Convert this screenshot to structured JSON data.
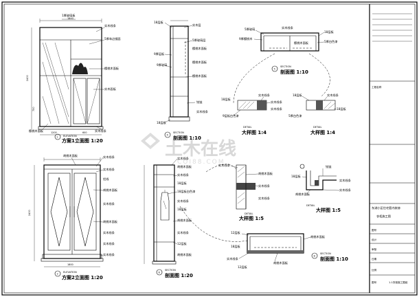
{
  "views": {
    "v1": {
      "num": "1",
      "title": "方案1立面图 1:20",
      "subtitle": "ELEVATION",
      "labels": [
        "1厚玻璃板",
        "实木线条",
        "5厚车边镜面",
        "樱桃木面板",
        "实木面板",
        "樱桃木面板",
        "实木线条"
      ],
      "dims": [
        "1800",
        "2400",
        "1200",
        "600",
        "750"
      ]
    },
    "v2": {
      "num": "4",
      "title": "剖面图 1:10",
      "subtitle": "SECTION",
      "labels": [
        "18层板",
        "实木层",
        "5厚玻璃层",
        "樱桃木面板",
        "9厚层板",
        "樱桃木面板",
        "9厚玻璃",
        "樱桃木面板",
        "铰链",
        "实木线条",
        "18层板"
      ]
    },
    "v3": {
      "num": "5",
      "title": "剖面图 1:10",
      "subtitle": "SECTION",
      "labels": [
        "5厚玻璃",
        "实木线条",
        "18层板",
        "9厚樱桃木",
        "5厚白色漆",
        "樱桃木面板"
      ]
    },
    "d1": {
      "title": "大样图 1:4",
      "subtitle": "DETAIL",
      "labels": [
        "实木线条",
        "实木线条",
        "实木线条",
        "18层板",
        "9层板白色漆"
      ]
    },
    "d2": {
      "title": "大样图 1:4",
      "subtitle": "DETAIL",
      "labels": [
        "18层板",
        "实木线条",
        "5厚白色漆",
        "18层板"
      ]
    },
    "v4": {
      "num": "2",
      "title": "方案2立面图 1:20",
      "subtitle": "ELEVATION",
      "labels": [
        "胡桃木面板",
        "实木线条",
        "实木线条",
        "铝线",
        "胡桃木面板",
        "实木线条",
        "胡桃木面板",
        "实木线条",
        "实木线条",
        "实木线条"
      ],
      "dims": [
        "1800",
        "2400"
      ]
    },
    "v5": {
      "num": "6",
      "title": "剖面图 1:20",
      "subtitle": "SECTION",
      "labels": [
        "实木线条",
        "胡桃木面板",
        "实木线条",
        "18层板",
        "18层板白色漆",
        "实木线条",
        "18层板",
        "胡桃木面板",
        "实木线条",
        "12层板",
        "胡桃木面板"
      ]
    },
    "d3": {
      "title": "大样图 1:5",
      "subtitle": "DETAIL",
      "labels": [
        "实木线条",
        "胡桃木面板",
        "实木线条",
        "实木线条"
      ]
    },
    "d4": {
      "title": "大样图 1:5",
      "subtitle": "DETAIL",
      "labels": [
        "铰链",
        "18层板",
        "实木线条",
        "胡桃木面板",
        "实木线条"
      ]
    },
    "v6": {
      "num": "8",
      "title": "剖面图 1:10",
      "subtitle": "SECTION",
      "labels": [
        "12层板",
        "胡桃木面板",
        "18层板",
        "实木线条",
        "12层板",
        "胡桃木面板"
      ]
    }
  },
  "title_block": {
    "company": "工程名称",
    "project": "东湖小区住宅套内装修",
    "sheet_name": "衣柜施工图",
    "rows": [
      "图号",
      "设计",
      "审核",
      "日期",
      "比例"
    ],
    "drawing_no": "图号",
    "drawing_no_value": "1-1衣柜施工图纸"
  },
  "watermark": {
    "text": "土木在线",
    "sub": "COI88.COM"
  }
}
